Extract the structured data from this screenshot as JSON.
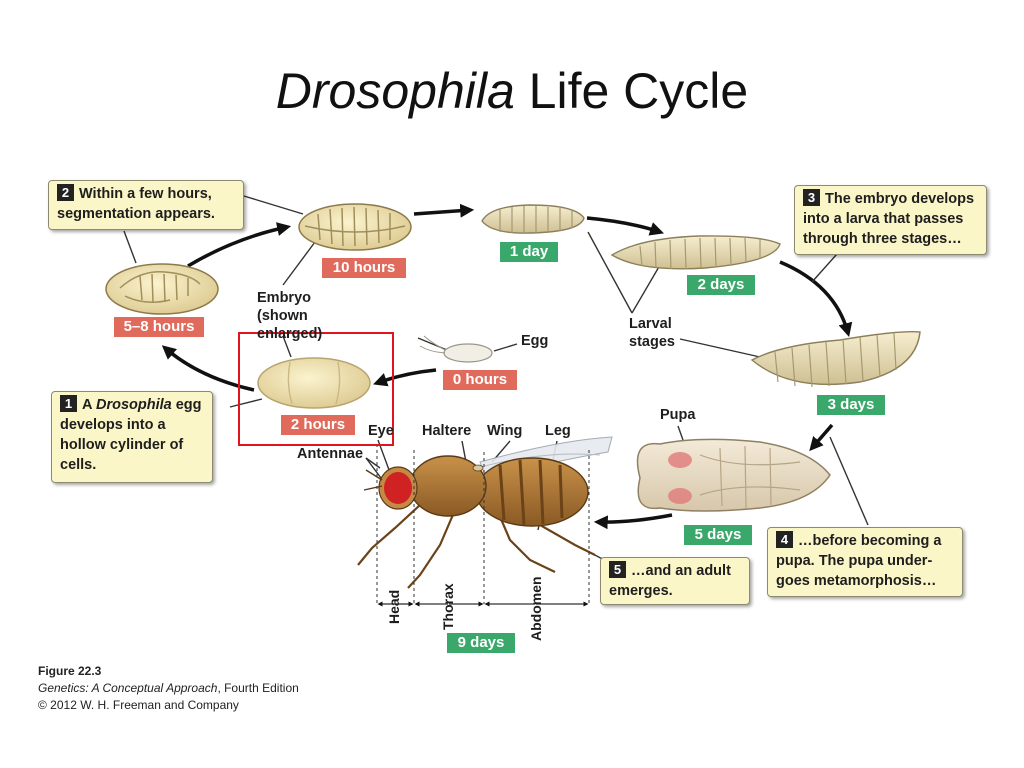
{
  "title": {
    "italic": "Drosophila",
    "rest": " Life Cycle"
  },
  "callouts": {
    "c1": {
      "num": "1",
      "pre": "A ",
      "italic": "Drosophila",
      "post": " egg develops into a hollow cylinder of cells."
    },
    "c2": {
      "num": "2",
      "text": "Within a few hours, segmentation appears."
    },
    "c3": {
      "num": "3",
      "text": "The embryo develops into a larva that passes through three stages…"
    },
    "c4": {
      "num": "4",
      "text": "…before becoming a pupa. The pupa under-goes metamorphosis…"
    },
    "c5": {
      "num": "5",
      "text": "…and an adult emerges."
    }
  },
  "time_tags": {
    "t0": "0 hours",
    "t2": "2 hours",
    "t5_8": "5–8 hours",
    "t10": "10 hours",
    "d1": "1 day",
    "d2": "2 days",
    "d3": "3 days",
    "d5": "5 days",
    "d9": "9 days"
  },
  "labels": {
    "embryo_1": "Embryo",
    "embryo_2": "(shown",
    "embryo_3": "enlarged)",
    "egg": "Egg",
    "larval_1": "Larval",
    "larval_2": "stages",
    "pupa": "Pupa",
    "eye": "Eye",
    "antennae": "Antennae",
    "haltere": "Haltere",
    "wing": "Wing",
    "leg": "Leg",
    "head": "Head",
    "thorax": "Thorax",
    "abdomen": "Abdomen"
  },
  "figure": {
    "number": "Figure 22.3",
    "book_italic": "Genetics: A Conceptual Approach",
    "book_rest": ", Fourth Edition",
    "copyright": "© 2012 W. H. Freeman and Company"
  },
  "colors": {
    "red_tag": "#e06a5c",
    "green_tag": "#3aa86a",
    "callout_bg": "#fbf6c8",
    "highlight": "#e0141e"
  }
}
